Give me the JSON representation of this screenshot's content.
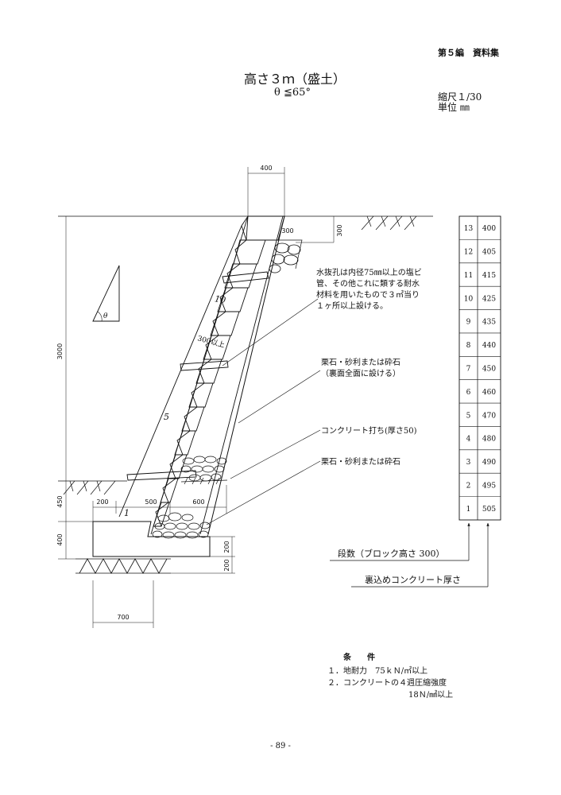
{
  "header": {
    "chapter": "第５編　資料集"
  },
  "title": {
    "main": "高さ３ｍ（盛土）",
    "sub": "θ ≦65°"
  },
  "scale": {
    "ratio": "縮尺１/30",
    "unit": "単位 ㎜"
  },
  "dimensions": {
    "top_width": "400",
    "top_step": "300",
    "top_step_v": "300",
    "height": "3000",
    "embed": "450",
    "base_h": "400",
    "base_offset": "200",
    "base_500": "500",
    "base_600": "600",
    "bottom_200a": "200",
    "bottom_200b": "200",
    "footing": "700",
    "pipe_spacing": "300以上",
    "theta": "θ"
  },
  "block_numbers": {
    "n10": "10",
    "n5": "5",
    "n1": "1"
  },
  "notes": {
    "drain_line1": "水抜孔は内径75㎜以上の塩ビ",
    "drain_line2": "管、その他これに類する耐水",
    "drain_line3": "材料を用いたもので３㎡当り",
    "drain_line4": "１ヶ所以上設ける。",
    "gravel_back_line1": "栗石・砂利または砕石",
    "gravel_back_line2": "（裏面全面に設ける）",
    "concrete": "コンクリート打ち(厚さ50)",
    "gravel_base": "栗石・砂利または砕石"
  },
  "table": {
    "rows": [
      {
        "step": "13",
        "thickness": "400"
      },
      {
        "step": "12",
        "thickness": "405"
      },
      {
        "step": "11",
        "thickness": "415"
      },
      {
        "step": "10",
        "thickness": "425"
      },
      {
        "step": "9",
        "thickness": "435"
      },
      {
        "step": "8",
        "thickness": "440"
      },
      {
        "step": "7",
        "thickness": "450"
      },
      {
        "step": "6",
        "thickness": "460"
      },
      {
        "step": "5",
        "thickness": "470"
      },
      {
        "step": "4",
        "thickness": "480"
      },
      {
        "step": "3",
        "thickness": "490"
      },
      {
        "step": "2",
        "thickness": "495"
      },
      {
        "step": "1",
        "thickness": "505"
      }
    ]
  },
  "legend": {
    "steps": "段数（ブロック高さ 300）",
    "thickness": "裏込めコンクリート厚さ"
  },
  "conditions": {
    "heading": "条　　件",
    "item1": "１．地耐力　75ｋＮ/㎡以上",
    "item2": "２．コンクリートの４週圧縮強度",
    "item2b": "18Ｎ/㎟以上"
  },
  "footer": {
    "page": "- 89 -"
  }
}
